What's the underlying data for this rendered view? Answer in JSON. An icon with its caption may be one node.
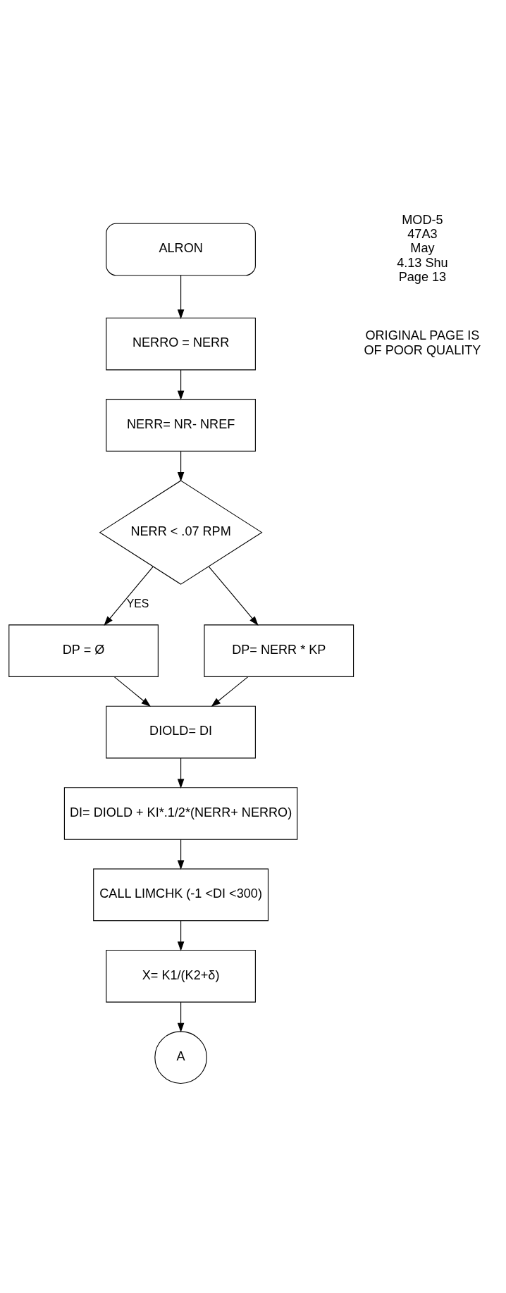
{
  "diagram": {
    "nodes": [
      {
        "text": [
          "ALRON"
        ]
      },
      {
        "text": [
          "NERRO = NERR"
        ]
      },
      {
        "text": [
          "NERR= NR- NREF"
        ]
      },
      {
        "text": [
          "NERR < .07 RPM"
        ]
      },
      {
        "text": [
          "DP = Ø"
        ]
      },
      {
        "text": [
          "DP= NERR * KP"
        ]
      },
      {
        "text": [
          "DIOLD= DI"
        ]
      },
      {
        "text": [
          "DI= DIOLD + KI*.1/2*(NERR+ NERRO)"
        ]
      },
      {
        "text": [
          "CALL LIMCHK (-1 <DI <300)"
        ]
      },
      {
        "text": [
          "X= K1/(K2+δ)"
        ]
      },
      {
        "text": [
          "A"
        ]
      }
    ],
    "edges": [
      {
        "from": 0,
        "to": 1,
        "arrow": "to"
      },
      {
        "from": 1,
        "to": 2,
        "arrow": "to"
      },
      {
        "from": 2,
        "to": 3,
        "arrow": "to"
      },
      {
        "from": 3,
        "to": 4,
        "arrow": "to",
        "label": "YES"
      },
      {
        "from": 3,
        "to": 5,
        "arrow": "to"
      },
      {
        "from": 5,
        "to": 6,
        "arrow": "to"
      },
      {
        "from": 4,
        "to": 6,
        "arrow": "to"
      },
      {
        "from": 6,
        "to": 7,
        "arrow": "to"
      },
      {
        "from": 7,
        "to": 8,
        "arrow": "to"
      },
      {
        "from": 8,
        "to": 9,
        "arrow": "to"
      },
      {
        "from": 9,
        "to": 10,
        "arrow": "to"
      }
    ],
    "labels": [
      "MOD-5",
      "47A3",
      "May",
      "4.13 Shu",
      "Page 13",
      "ORIGINAL PAGE IS",
      "OF POOR QUALITY"
    ]
  }
}
